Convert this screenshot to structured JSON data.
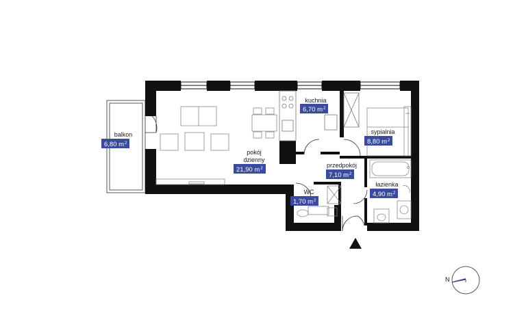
{
  "rooms": {
    "balkon": {
      "label": "balkon",
      "area": "6,80 m",
      "unit_sup": "2"
    },
    "kuchnia": {
      "label": "kuchnia",
      "area": "6,70 m",
      "unit_sup": "2"
    },
    "sypialnia": {
      "label": "sypialnia",
      "area": "8,80 m",
      "unit_sup": "2"
    },
    "pokoj": {
      "label": "pokój\ndzienny",
      "area": "21,90 m",
      "unit_sup": "2"
    },
    "przedpokoj": {
      "label": "przedpokój",
      "area": "7,10 m",
      "unit_sup": "2"
    },
    "wc": {
      "label": "WC",
      "area": "1,70 m",
      "unit_sup": "2"
    },
    "lazienka": {
      "label": "łazienka",
      "area": "4,90 m",
      "unit_sup": "2"
    }
  },
  "compass": {
    "letter": "N"
  },
  "colors": {
    "wall": "#111111",
    "badge": "#3a4a9c",
    "compass_needle": "#3a4a9c",
    "furniture": "#8a8a8a"
  },
  "icons": [
    "entrance-arrow-icon",
    "compass-icon"
  ]
}
